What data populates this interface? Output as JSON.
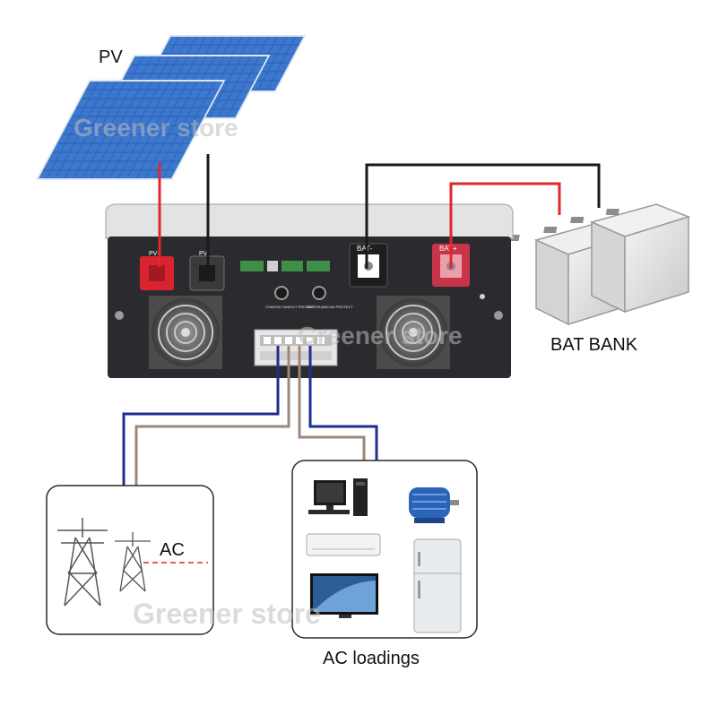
{
  "labels": {
    "pv": "PV",
    "pv_minus": "PV-",
    "pv_plus": "PV+",
    "bat_minus": "BAT-",
    "bat_plus": "BAT+",
    "bat_bank": "BAT BANK",
    "ac": "AC",
    "ac_loadings": "AC loadings",
    "charge_protect": "CHARGE FAN/OUT PROTECT",
    "bms_protect": "BMS RS485/CAN PROTECT"
  },
  "watermark": "Greener store",
  "colors": {
    "wire_red": "#e0262e",
    "wire_black": "#1a1a1a",
    "wire_blue": "#1f2f8f",
    "wire_brown": "#9c8878",
    "ac_dash": "#e0262e",
    "panel_blue": "#2e5fb0",
    "unit_dark": "#2b2b2f",
    "pv_plus_terminal": "#d92430",
    "bat_plus_terminal": "#c8344a"
  }
}
